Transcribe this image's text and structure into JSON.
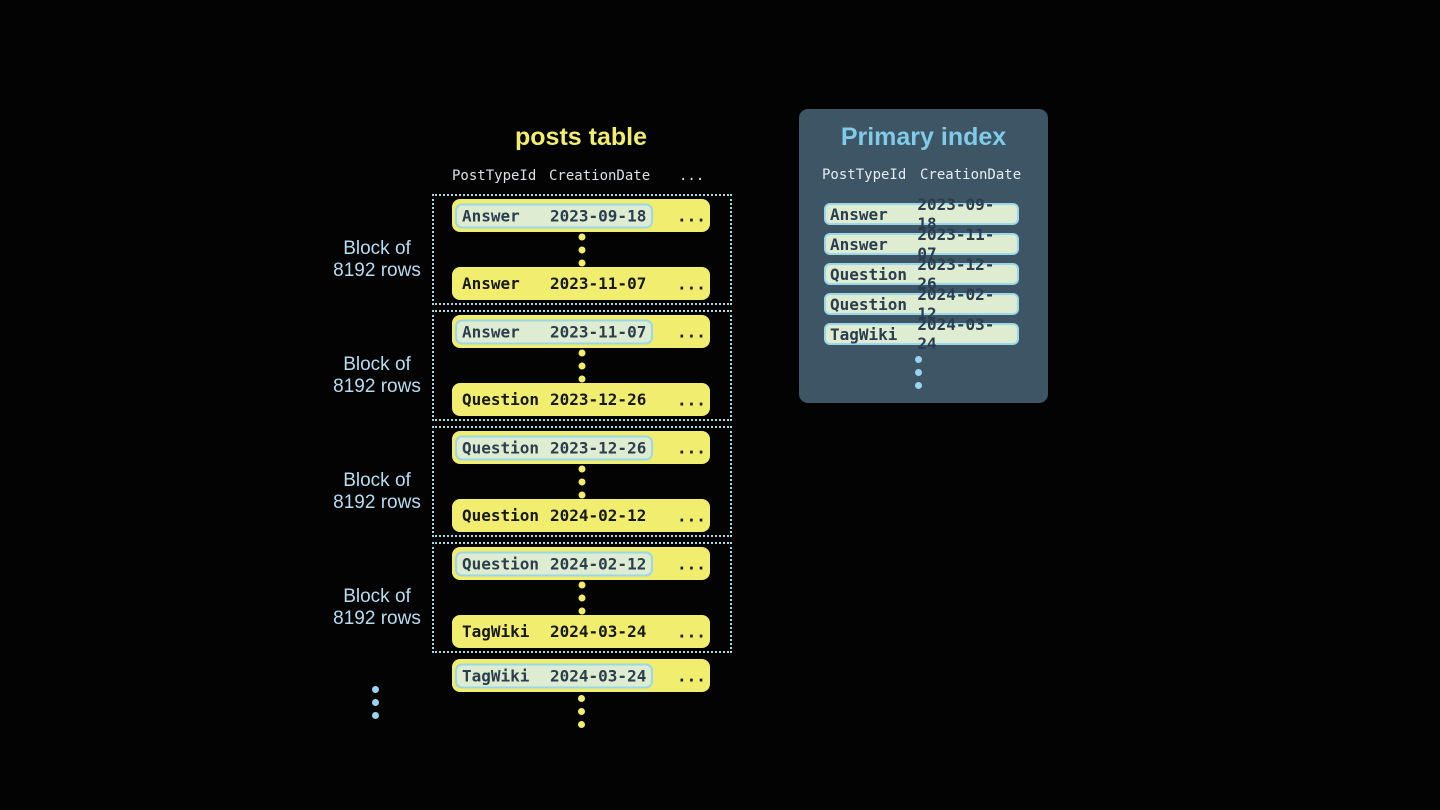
{
  "colors": {
    "background": "#030303",
    "row_yellow": "#F1EE6F",
    "row_text": "#17181A",
    "highlight_bg": "#DEEDD2",
    "highlight_border": "#9BD7E8",
    "highlight_text": "#2B3D4F",
    "block_border": "#A9D8E5",
    "table_header_text": "#DCE1E5",
    "block_label_text": "#B7DCF0",
    "panel_bg": "#3E5565",
    "panel_title": "#7FCBE8",
    "panel_header_text": "#E6EDF2",
    "blue_dots": "#9AD4EE"
  },
  "posts_table": {
    "title": "posts table",
    "columns": [
      "PostTypeId",
      "CreationDate",
      "..."
    ],
    "blocks": [
      {
        "label": [
          "Block of",
          "8192 rows"
        ],
        "first_row": {
          "type": "Answer",
          "date": "2023-09-18",
          "more": "..."
        },
        "last_row": {
          "type": "Answer",
          "date": "2023-11-07",
          "more": "..."
        }
      },
      {
        "label": [
          "Block of",
          "8192 rows"
        ],
        "first_row": {
          "type": "Answer",
          "date": "2023-11-07",
          "more": "..."
        },
        "last_row": {
          "type": "Question",
          "date": "2023-12-26",
          "more": "..."
        }
      },
      {
        "label": [
          "Block of",
          "8192 rows"
        ],
        "first_row": {
          "type": "Question",
          "date": "2023-12-26",
          "more": "..."
        },
        "last_row": {
          "type": "Question",
          "date": "2024-02-12",
          "more": "..."
        }
      },
      {
        "label": [
          "Block of",
          "8192 rows"
        ],
        "first_row": {
          "type": "Question",
          "date": "2024-02-12",
          "more": "..."
        },
        "last_row": {
          "type": "TagWiki",
          "date": "2024-03-24",
          "more": "..."
        }
      }
    ],
    "overflow_row": {
      "type": "TagWiki",
      "date": "2024-03-24",
      "more": "..."
    }
  },
  "primary_index": {
    "title": "Primary index",
    "columns": [
      "PostTypeId",
      "CreationDate"
    ],
    "rows": [
      {
        "type": "Answer",
        "date": "2023-09-18"
      },
      {
        "type": "Answer",
        "date": "2023-11-07"
      },
      {
        "type": "Question",
        "date": "2023-12-26"
      },
      {
        "type": "Question",
        "date": "2024-02-12"
      },
      {
        "type": "TagWiki",
        "date": "2024-03-24"
      }
    ]
  }
}
